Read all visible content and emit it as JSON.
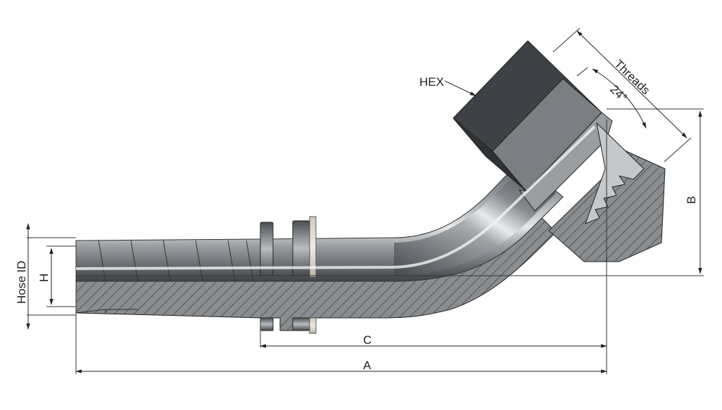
{
  "labels": {
    "hex": "HEX",
    "threads": "Threads",
    "angle": "24°",
    "b": "B",
    "hose_id": "Hose ID",
    "h": "H",
    "c": "C",
    "a": "A"
  },
  "colors": {
    "steel_dark": "#4a4e53",
    "steel_mid": "#7d8186",
    "steel_light": "#c9ccd0",
    "hex_top": "#3e4145",
    "hex_face": "#8f9296",
    "section_fill": "#8a8d90",
    "line": "#222222"
  }
}
